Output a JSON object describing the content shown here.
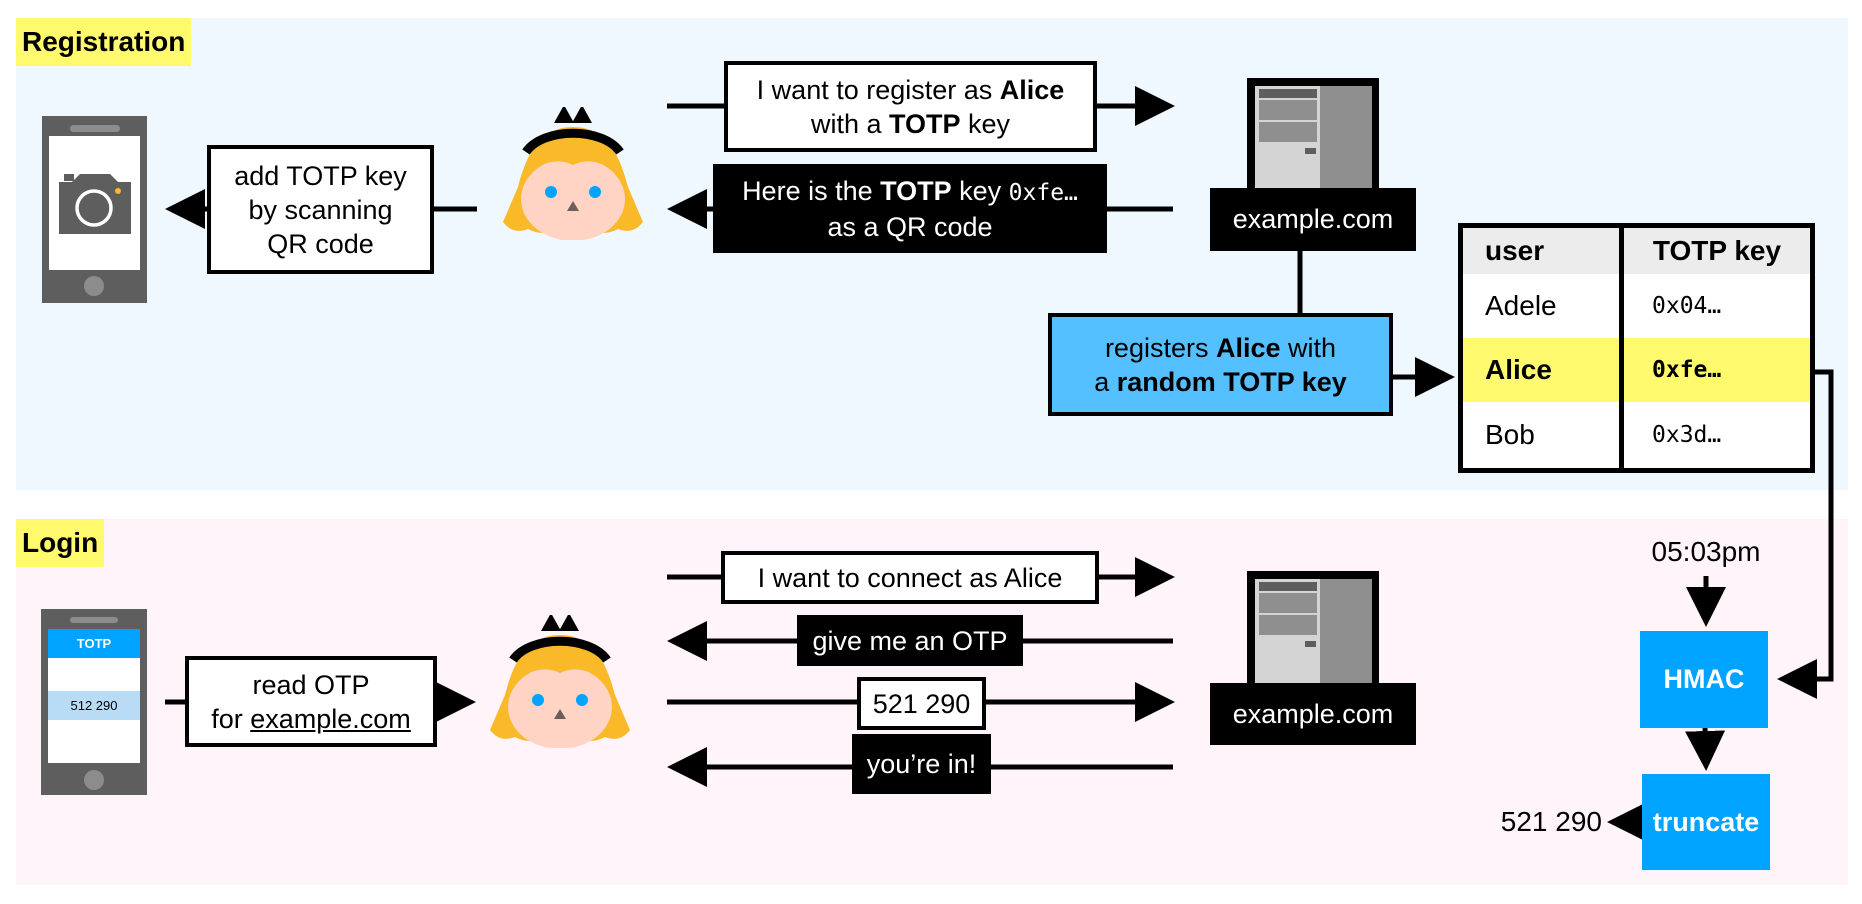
{
  "registration": {
    "label": "Registration",
    "phone_icon": "camera-icon",
    "phone_instruction": [
      "add TOTP key",
      "by scanning",
      "QR code"
    ],
    "request": {
      "line1_prefix": "I want to register as ",
      "line1_bold": "Alice",
      "line2_prefix": "with a ",
      "line2_bold": "TOTP",
      "line2_suffix": " key"
    },
    "response": {
      "prefix": "Here is the ",
      "bold": "TOTP",
      "middle": " key ",
      "code": "0xfe…",
      "line2": "as a QR code"
    },
    "server_label": "example.com",
    "server_action": {
      "line1_prefix": "registers ",
      "line1_bold": "Alice",
      "line1_suffix": " with",
      "line2_prefix": "a ",
      "line2_bold": "random TOTP key"
    },
    "table": {
      "headers": [
        "user",
        "TOTP key"
      ],
      "rows": [
        {
          "user": "Adele",
          "key": "0x04…",
          "highlighted": false
        },
        {
          "user": "Alice",
          "key": "0xfe…",
          "highlighted": true
        },
        {
          "user": "Bob",
          "key": "0x3d…",
          "highlighted": false
        }
      ]
    }
  },
  "login": {
    "label": "Login",
    "phone_app_title": "TOTP",
    "phone_code": "512 290",
    "phone_instruction": {
      "line1": "read OTP",
      "line2_prefix": "for ",
      "line2_link": "example.com"
    },
    "messages": [
      {
        "text": "I want to connect as Alice",
        "direction": "to-server",
        "style": "white"
      },
      {
        "text": "give me an OTP",
        "direction": "to-user",
        "style": "black"
      },
      {
        "text": "521 290",
        "direction": "to-server",
        "style": "white"
      },
      {
        "text": "you’re in!",
        "direction": "to-user",
        "style": "black"
      }
    ],
    "server_label": "example.com",
    "time": "05:03pm",
    "hmac_label": "HMAC",
    "truncate_label": "truncate",
    "otp_output": "521 290"
  },
  "colors": {
    "registration_bg": "#f0f8ff",
    "login_bg": "#fff4fa",
    "label_highlight": "#fff96e",
    "process_blue": "#00a3ff",
    "server_action_blue": "#55c0ff",
    "hair": "#f9b928",
    "skin": "#ffd4c4",
    "eyes": "#00a3ff"
  }
}
